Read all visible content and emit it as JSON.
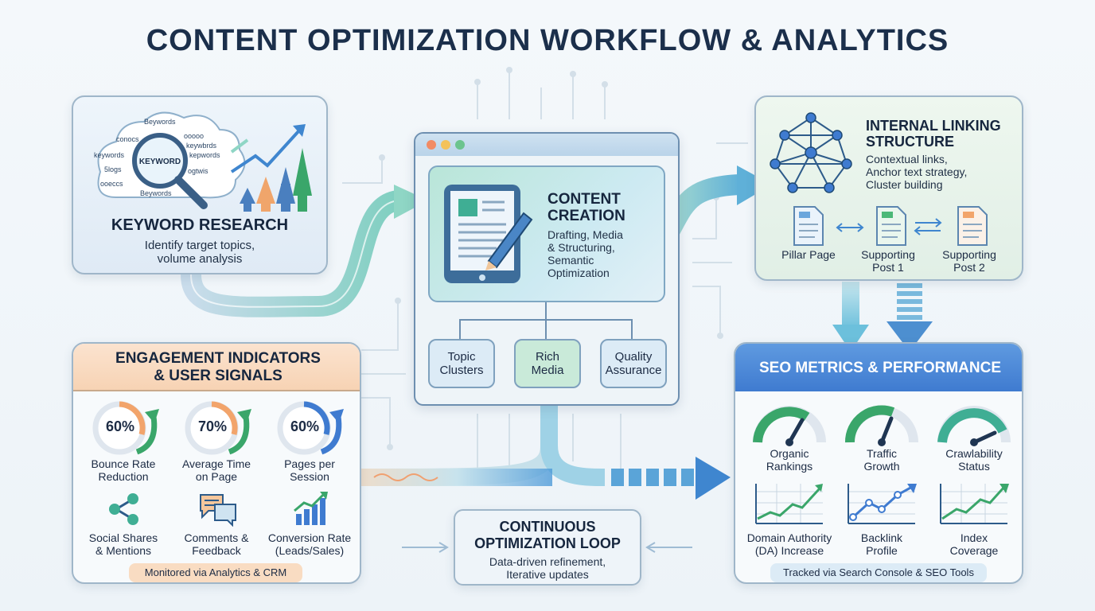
{
  "title": "CONTENT OPTIMIZATION WORKFLOW & ANALYTICS",
  "keyword_research": {
    "title": "KEYWORD RESEARCH",
    "desc_line1": "Identify target topics,",
    "desc_line2": "volume analysis",
    "magnifier_label": "KEYWORD",
    "cloud_words": [
      "Beywords",
      "conocs",
      "keywords",
      "5logs",
      "ooeccs",
      "Beywords",
      "ooooo",
      "kepwords",
      "ogtwis",
      "keywbrds"
    ]
  },
  "content_creation": {
    "title_line1": "CONTENT",
    "title_line2": "CREATION",
    "desc_lines": [
      "Drafting, Media",
      "& Structuring,",
      "Semantic",
      "Optimization"
    ],
    "sub_boxes": [
      {
        "line1": "Topic",
        "line2": "Clusters"
      },
      {
        "line1": "Rich",
        "line2": "Media"
      },
      {
        "line1": "Quality",
        "line2": "Assurance"
      }
    ]
  },
  "internal_linking": {
    "title_line1": "INTERNAL LINKING",
    "title_line2": "STRUCTURE",
    "desc_lines": [
      "Contextual links,",
      "Anchor text strategy,",
      "Cluster building"
    ],
    "pages": [
      {
        "line1": "Pillar Page",
        "line2": ""
      },
      {
        "line1": "Supporting",
        "line2": "Post 1"
      },
      {
        "line1": "Supporting",
        "line2": "Post 2"
      }
    ]
  },
  "engagement": {
    "title_line1": "ENGAGEMENT INDICATORS",
    "title_line2": "& USER SIGNALS",
    "gauges": [
      {
        "value": "60%",
        "line1": "Bounce Rate",
        "line2": "Reduction"
      },
      {
        "value": "70%",
        "line1": "Average Time",
        "line2": "on Page"
      },
      {
        "value": "60%",
        "line1": "Pages per",
        "line2": "Session"
      }
    ],
    "signals": [
      {
        "line1": "Social Shares",
        "line2": "& Mentions"
      },
      {
        "line1": "Comments &",
        "line2": "Feedback"
      },
      {
        "line1": "Conversion Rate",
        "line2": "(Leads/Sales)"
      }
    ],
    "footer": "Monitored via Analytics & CRM"
  },
  "seo_metrics": {
    "title": "SEO METRICS & PERFORMANCE",
    "gauges": [
      {
        "line1": "Organic",
        "line2": "Rankings"
      },
      {
        "line1": "Traffic",
        "line2": "Growth"
      },
      {
        "line1": "Crawlability",
        "line2": "Status"
      }
    ],
    "charts": [
      {
        "line1": "Domain Authority",
        "line2": "(DA) Increase"
      },
      {
        "line1": "Backlink",
        "line2": "Profile"
      },
      {
        "line1": "Index",
        "line2": "Coverage"
      }
    ],
    "footer": "Tracked via Search Console & SEO Tools"
  },
  "loop": {
    "title_line1": "CONTINUOUS",
    "title_line2": "OPTIMIZATION LOOP",
    "desc_line1": "Data-driven refinement,",
    "desc_line2": "Iterative updates"
  },
  "colors": {
    "navy": "#1b2f4b",
    "teal": "#3bb39a",
    "blue": "#3f7bd0",
    "orange": "#f2a46b",
    "green": "#3aa66a"
  }
}
